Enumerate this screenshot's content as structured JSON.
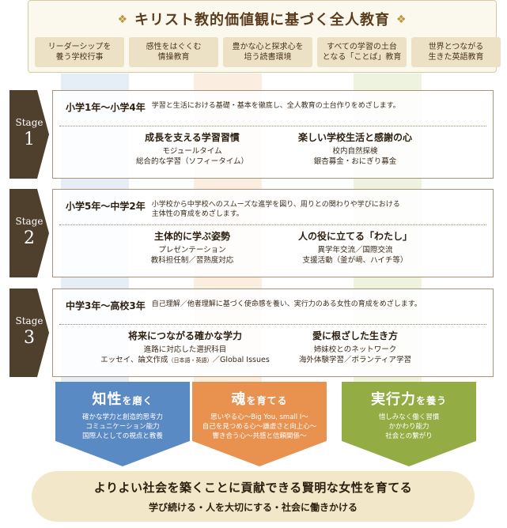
{
  "header": {
    "title": "キリスト教的価値観に基づく全人教育",
    "pillars": [
      "リーダーシップを\n養う学校行事",
      "感性をはぐくむ\n情操教育",
      "豊かな心と探求心を\n培う読書環境",
      "すべての学習の土台\nとなる「ことば」教育",
      "世界とつながる\n生きた英語教育"
    ]
  },
  "stages": [
    {
      "label": "Stage",
      "num": "1",
      "grade": "小学1年～小学4年",
      "desc": "学習と生活における基礎・基本を徹底し、全人教育の土台作りをめざします。",
      "left": {
        "title": "成長を支える学習習慣",
        "lines": [
          "モジュールタイム",
          "総合的な学習（ソフィータイム）"
        ]
      },
      "right": {
        "title": "楽しい学校生活と感謝の心",
        "lines": [
          "校内自然探検",
          "銀杏募金・おにぎり募金"
        ]
      }
    },
    {
      "label": "Stage",
      "num": "2",
      "grade": "小学5年～中学2年",
      "desc": "小学校から中学校へのスムーズな進学を図り、周りとの関わりや学びにおける\n主体性の育成をめざします。",
      "left": {
        "title": "主体的に学ぶ姿勢",
        "lines": [
          "プレゼンテーション",
          "教科担任制／習熟度対応"
        ]
      },
      "right": {
        "title": "人の役に立てる「わたし」",
        "lines": [
          "異学年交流／国際交流",
          "支援活動（釜が﨑、ハイチ等）"
        ]
      }
    },
    {
      "label": "Stage",
      "num": "3",
      "grade": "中学3年～高校3年",
      "desc": "自己理解／他者理解に基づく使命感を養い、実行力のある女性の育成をめざします。",
      "left": {
        "title": "将来につながる確かな学力",
        "lines": [
          "進路に対応した選択科目"
        ],
        "line2_a": "エッセイ、論文作成",
        "line2_small": "（日本語・英語）",
        "line2_b": "／Global Issues"
      },
      "right": {
        "title": "愛に根ざした生き方",
        "lines": [
          "姉妹校とのネットワーク",
          "海外体験学習／ボランティア学習"
        ]
      }
    }
  ],
  "arrows": [
    {
      "title_big": "知性",
      "title_small": "を磨く",
      "lines": [
        "確かな学力と創造的思考力",
        "コミュニケーション能力",
        "国際人としての視点と教養"
      ]
    },
    {
      "title_big": "魂",
      "title_small": "を育てる",
      "lines": [
        "思いやる心～Big You, small I～",
        "自己を見つめる心～謙虚さと向上心～",
        "響き合う心～共感と信頼関係～"
      ]
    },
    {
      "title_big": "実行力",
      "title_small": "を養う",
      "lines": [
        "惜しみなく働く習慣",
        "かかわり能力",
        "社会との繋がり"
      ]
    }
  ],
  "banner": {
    "main": "よりよい社会を築くことに貢献できる賢明な女性を育てる",
    "sub": "学び続ける・人を大切にする・社会に働きかける"
  },
  "colors": {
    "blue": "#5a8ac4",
    "orange": "#e9924f",
    "green": "#93ac43",
    "stage": "#4f3f2d"
  }
}
